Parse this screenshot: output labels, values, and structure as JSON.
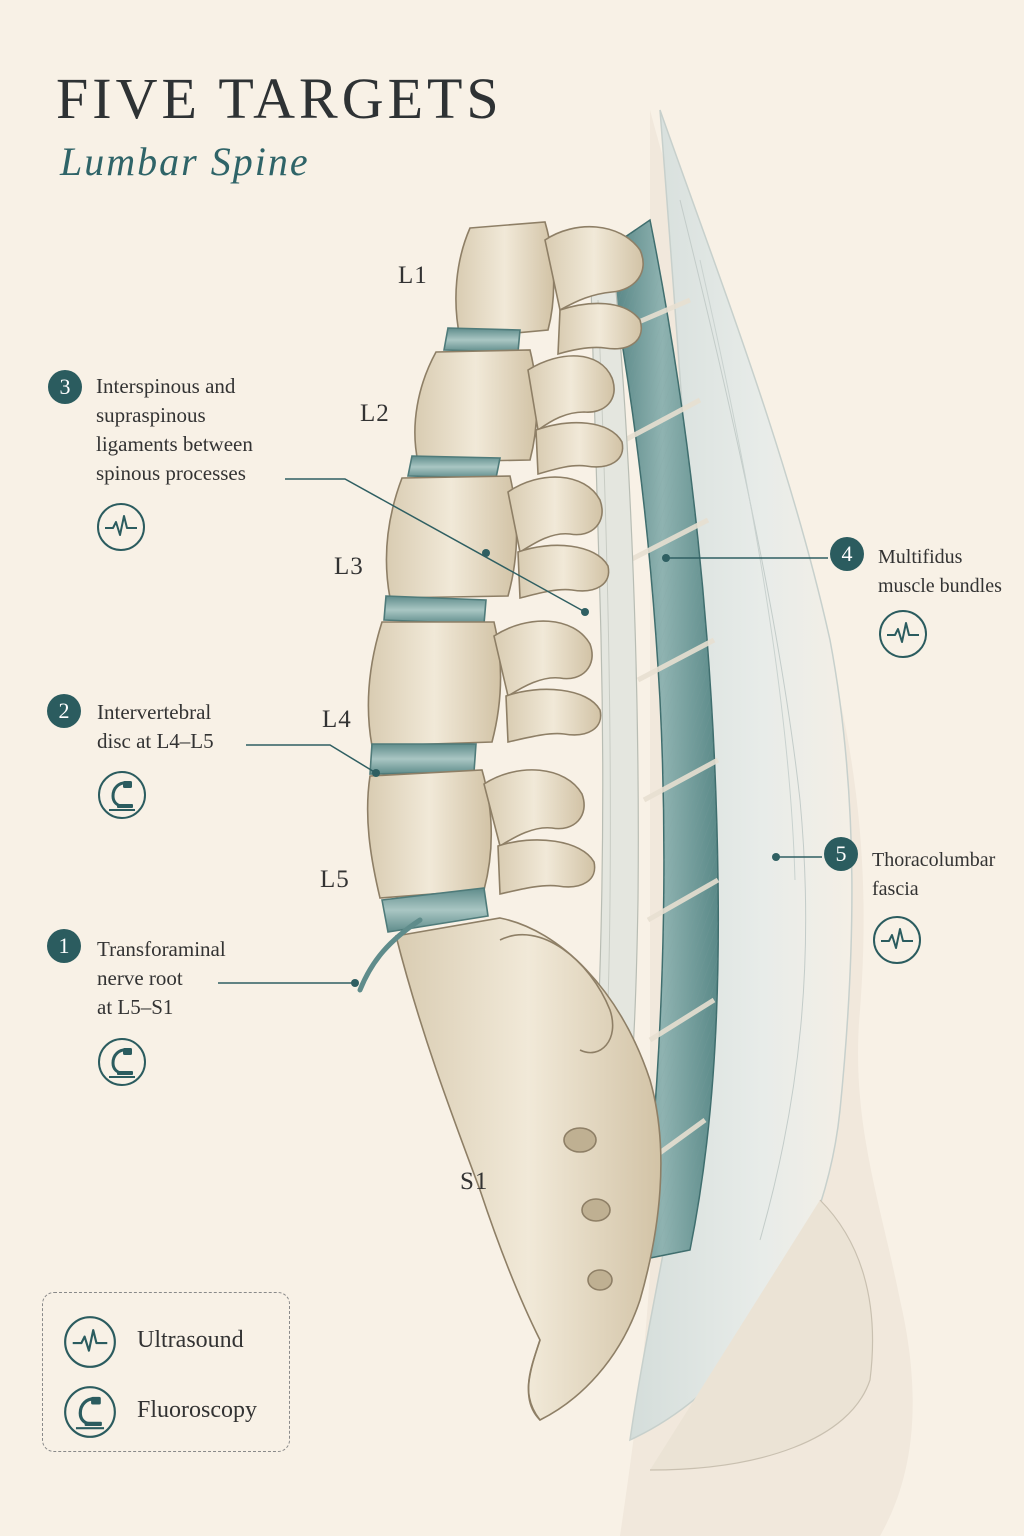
{
  "header": {
    "title": "FIVE TARGETS",
    "subtitle": "Lumbar Spine"
  },
  "vertebra_labels": [
    "L1",
    "L2",
    "L3",
    "L4",
    "L5",
    "S1"
  ],
  "callouts": [
    {
      "number": "1",
      "lines": [
        "Transforaminal",
        "nerve root",
        "at L5–S1"
      ],
      "modality": "fluoroscopy-icon"
    },
    {
      "number": "2",
      "lines": [
        "Intervertebral",
        "disc at L4–L5"
      ],
      "modality": "fluoroscopy-icon"
    },
    {
      "number": "3",
      "lines": [
        "Interspinous and",
        "supraspinous",
        "ligaments between",
        "spinous processes"
      ],
      "modality": "ultrasound-icon"
    },
    {
      "number": "4",
      "lines": [
        "Multifidus",
        "muscle bundles"
      ],
      "modality": "ultrasound-icon"
    },
    {
      "number": "5",
      "lines": [
        "Thoracolumbar",
        "fascia"
      ],
      "modality": "ultrasound-icon"
    }
  ],
  "legend": {
    "ultrasound": "Ultrasound",
    "fluoroscopy": "Fluoroscopy"
  },
  "colors": {
    "background": "#f8f1e6",
    "accent_teal": "#2b5c5f",
    "bone": "#eae0cb",
    "muscle": "#7ea6a4",
    "fascia": "#dfe5e2"
  }
}
